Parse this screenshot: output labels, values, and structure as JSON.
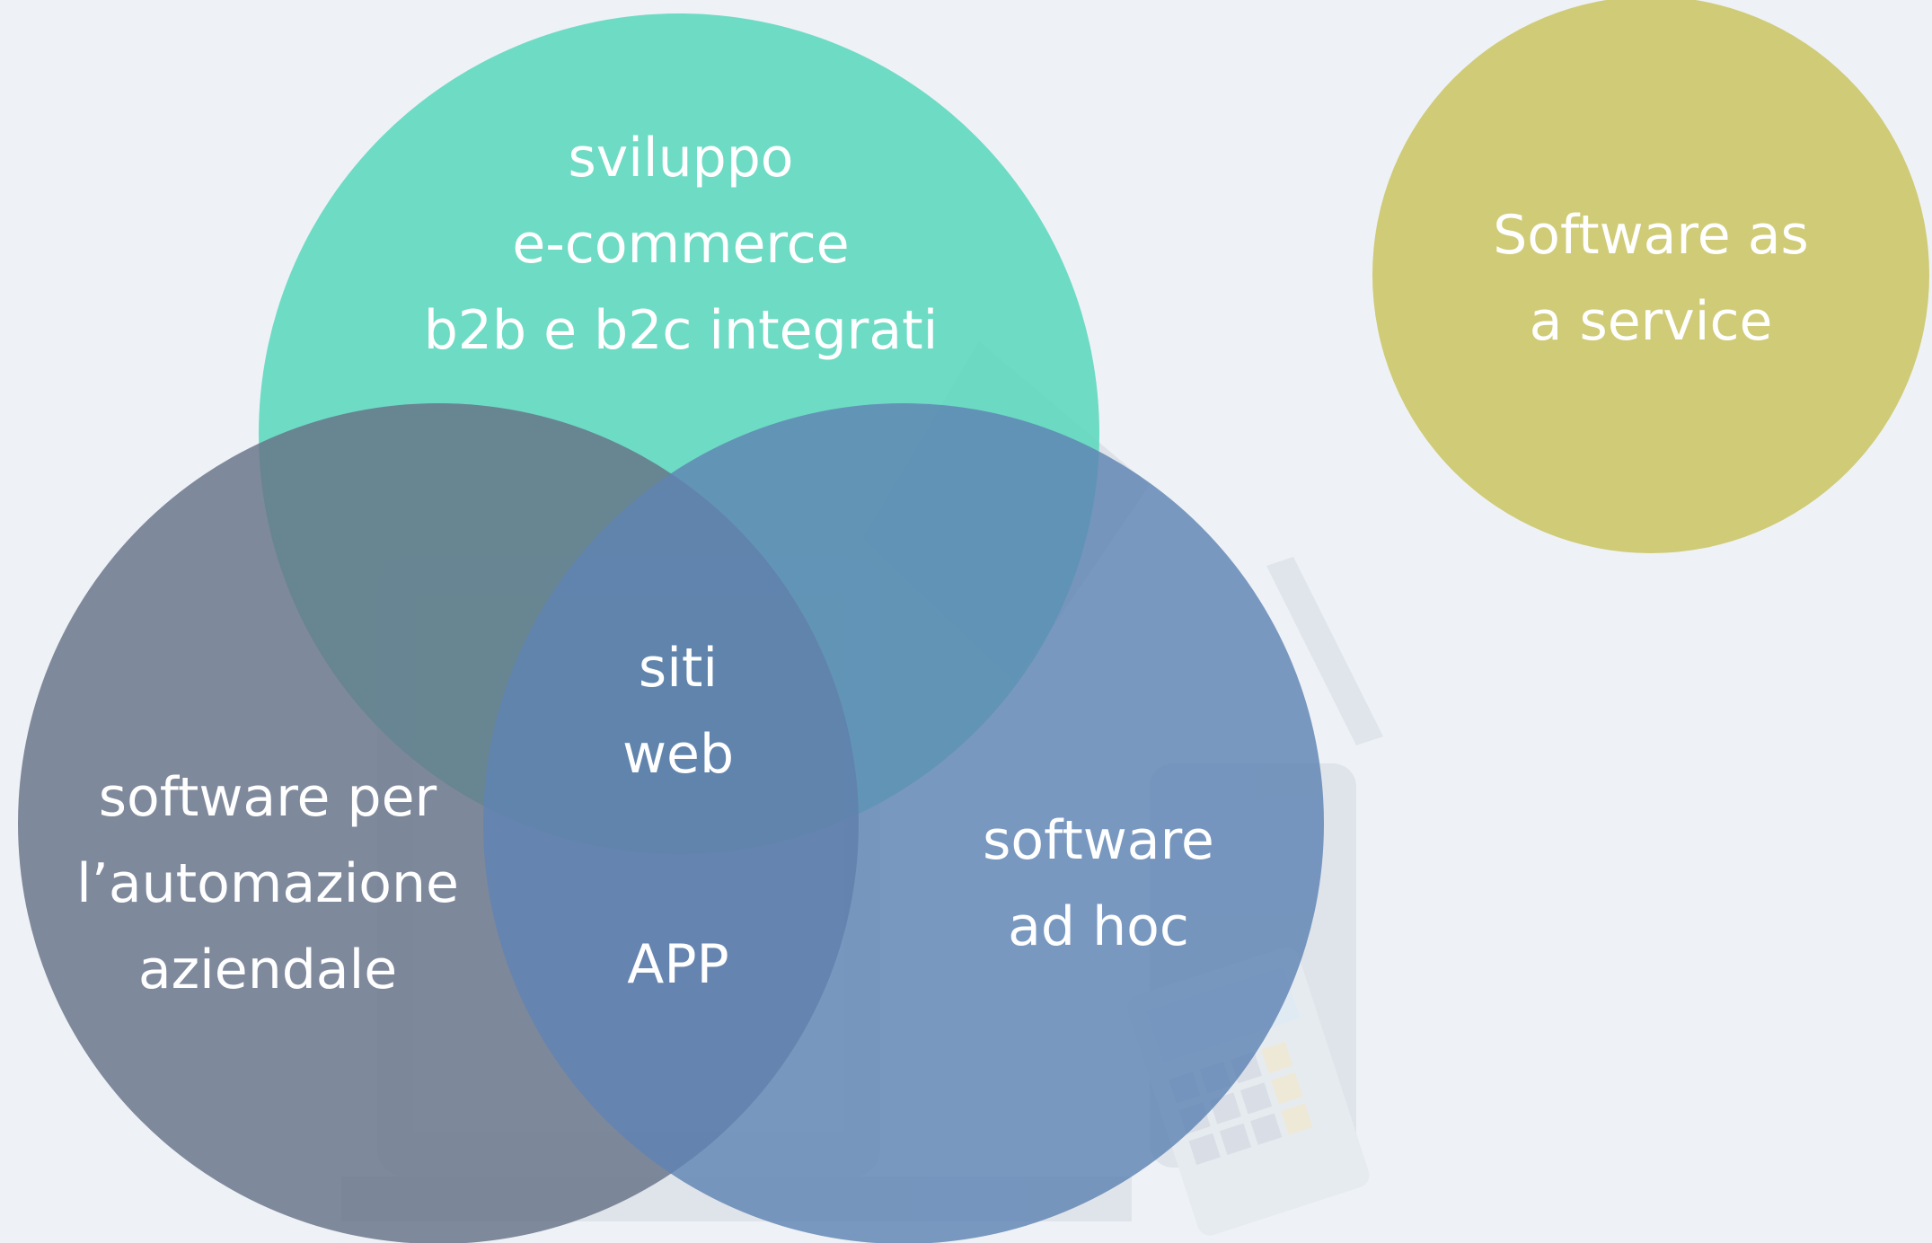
{
  "diagram": {
    "type": "venn",
    "circles": [
      {
        "id": "ecommerce",
        "lines": [
          "sviluppo",
          "e-commerce",
          "b2b e b2c integrati"
        ],
        "color": "#5fd8bf"
      },
      {
        "id": "automazione",
        "lines": [
          "software per",
          "l’automazione",
          "aziendale"
        ],
        "color": "#667288"
      },
      {
        "id": "adhoc",
        "lines": [
          "software",
          "ad hoc"
        ],
        "color": "#5f84b3"
      },
      {
        "id": "saas",
        "lines": [
          "Software as",
          "a service"
        ],
        "color": "#d0cb76"
      }
    ],
    "intersections": {
      "center": [
        "siti",
        "web"
      ],
      "bottom": "APP"
    },
    "background_illustration": "faded-office-devices",
    "background_color": "#eef2f6"
  }
}
